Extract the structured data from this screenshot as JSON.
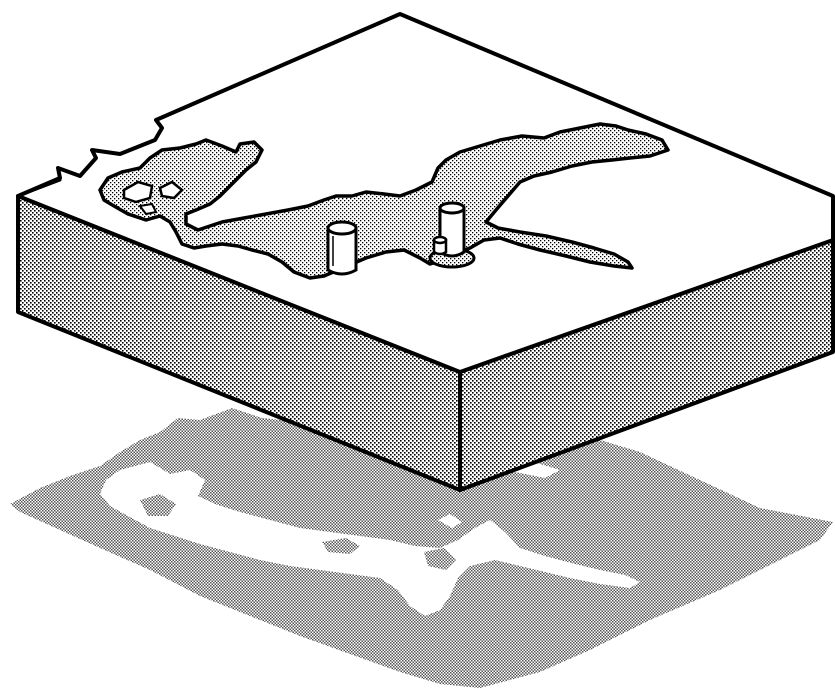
{
  "illustration": {
    "subject": "isometric-block-over-projected-map",
    "colors": {
      "paper": "#ffffff",
      "ink": "#000000",
      "stipple": "#6e6e6e"
    },
    "parts": [
      "top-surface",
      "front-face",
      "right-face",
      "cave-passage",
      "pillars",
      "projected-map"
    ]
  }
}
